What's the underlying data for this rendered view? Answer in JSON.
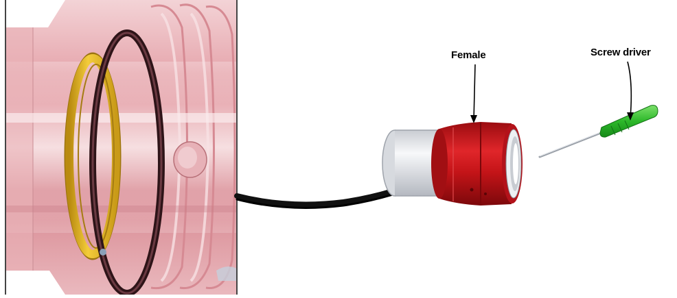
{
  "labels": {
    "female": "Female",
    "screw_driver": "Screw driver"
  },
  "colors": {
    "background": "#ffffff",
    "sleeve_pink": "#e8aab0",
    "yellow_ring": "#e9b824",
    "dark_ring": "#4a2a30",
    "cable": "#111111",
    "connector_red": "#c41418",
    "connector_white": "#e4e6ea",
    "handle_green": "#2db82a"
  },
  "icons": {
    "zoomed_view": "coupling-cross-section",
    "connector": "female-connector",
    "tool": "screwdriver-icon"
  }
}
